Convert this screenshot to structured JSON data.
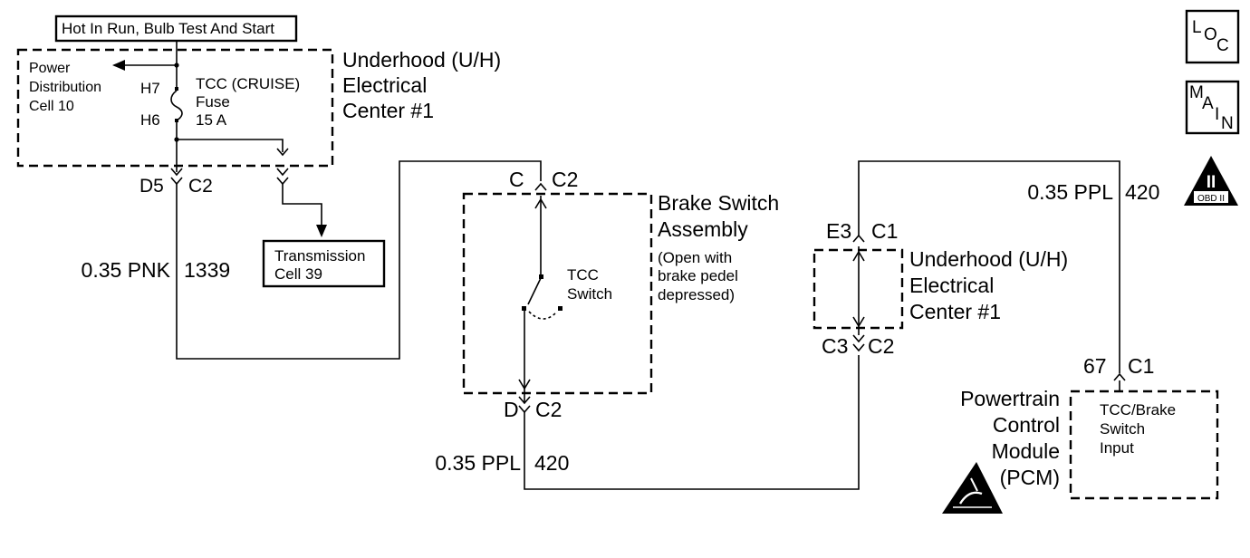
{
  "supply_label": "Hot In Run, Bulb Test And Start",
  "uh_top": {
    "line1": "Underhood (U/H)",
    "line2": "Electrical",
    "line3": "Center #1"
  },
  "power_dist": {
    "line1": "Power",
    "line2": "Distribution",
    "line3": "Cell 10"
  },
  "fuse": {
    "line1": "TCC (CRUISE)",
    "line2": "Fuse",
    "line3": "15 A",
    "top_pin": "H7",
    "bottom_pin": "H6"
  },
  "conn_d5": {
    "pin": "D5",
    "conn": "C2"
  },
  "transmission": {
    "line1": "Transmission",
    "line2": "Cell 39"
  },
  "wire_pnk": {
    "gauge_color": "0.35 PNK",
    "circuit": "1339"
  },
  "brake_switch": {
    "title1": "Brake Switch",
    "title2": "Assembly",
    "note1": "(Open with",
    "note2": "brake pedel",
    "note3": "depressed)",
    "top_pin": "C",
    "top_conn": "C2",
    "bottom_pin": "D",
    "bottom_conn": "C2",
    "switch1": "TCC",
    "switch2": "Switch"
  },
  "wire_ppl_bottom": {
    "gauge_color": "0.35 PPL",
    "circuit": "420"
  },
  "uh_right": {
    "line1": "Underhood (U/H)",
    "line2": "Electrical",
    "line3": "Center #1",
    "top_pin": "E3",
    "top_conn": "C1",
    "bottom_pin": "C3",
    "bottom_conn": "C2"
  },
  "wire_ppl_top": {
    "gauge_color": "0.35 PPL",
    "circuit": "420"
  },
  "pcm": {
    "line1": "Powertrain",
    "line2": "Control",
    "line3": "Module",
    "line4": "(PCM)",
    "pin": "67",
    "conn": "C1",
    "input1": "TCC/Brake",
    "input2": "Switch",
    "input3": "Input"
  },
  "nav": {
    "loc": [
      "L",
      "O",
      "C"
    ],
    "main": [
      "M",
      "A",
      "I",
      "N"
    ],
    "obd_numeral": "II",
    "obd_label": "OBD II"
  }
}
